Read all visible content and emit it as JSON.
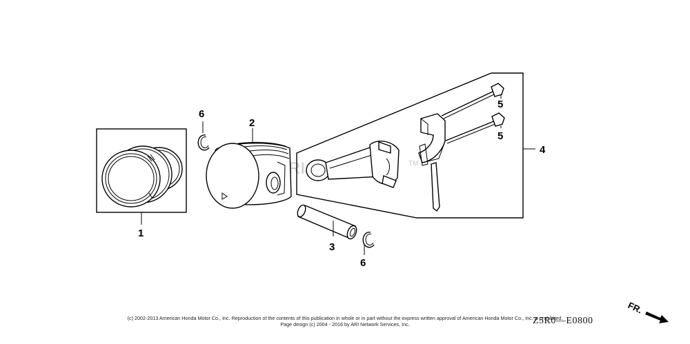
{
  "callouts": {
    "part1": "1",
    "part2": "2",
    "part3": "3",
    "part4": "4",
    "part5a": "5",
    "part5b": "5",
    "part6a": "6",
    "part6b": "6"
  },
  "watermark": {
    "text": "ARI PartStream",
    "mark": "TM"
  },
  "footer": {
    "copyright_line1": "(c) 2002-2013 American Honda Motor Co., Inc. Reproduction of the contents of this publication in whole or in part without the express written approval of American Honda Motor Co., Inc. is prohibited.",
    "copyright_line2": "Page design (c) 2004 - 2016 by ARI Network Services, Inc.",
    "diagram_code": "Z5R0—E0800"
  },
  "direction_indicator": {
    "label": "FR."
  }
}
